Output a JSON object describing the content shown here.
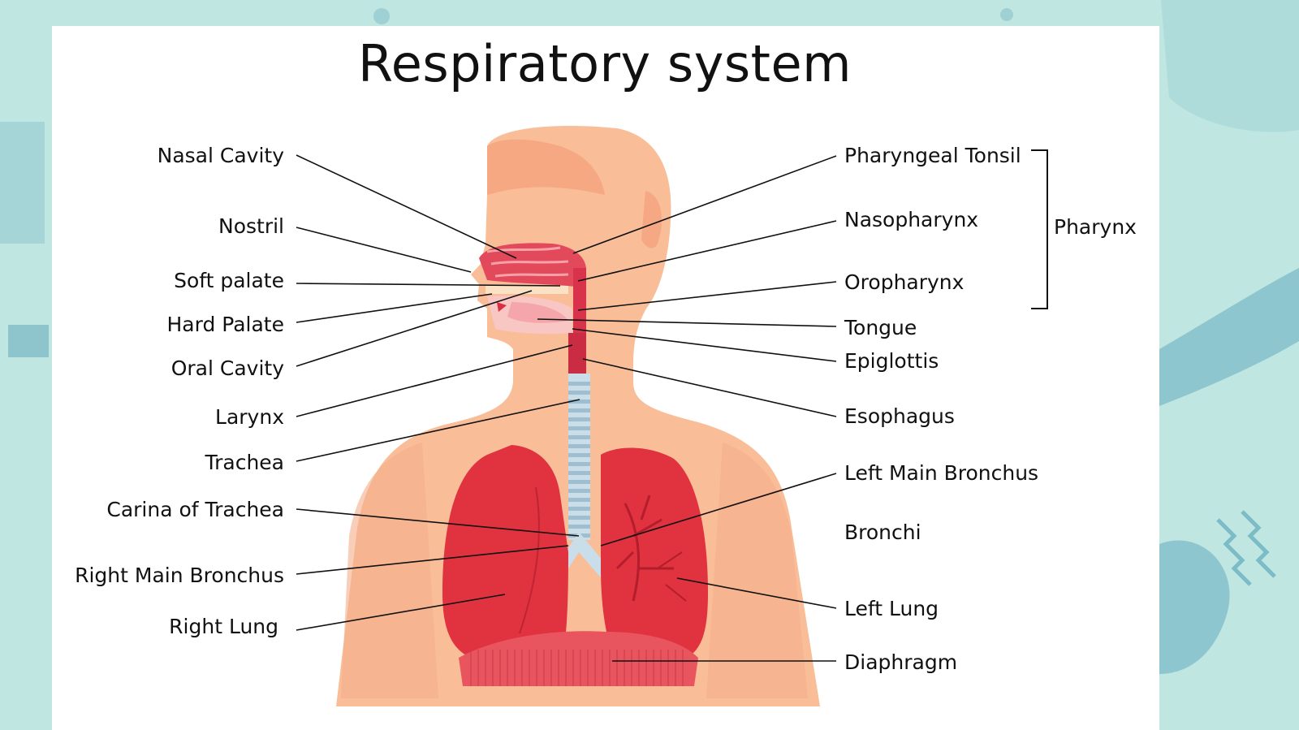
{
  "title": "Respiratory system",
  "colors": {
    "background": "#bfe6e0",
    "card": "#ffffff",
    "skin": "#f9bd98",
    "lung": "#e0323f",
    "trachea": "#c9dee8"
  },
  "labels_left": [
    {
      "id": "nasal-cavity",
      "text": "Nasal Cavity"
    },
    {
      "id": "nostril",
      "text": "Nostril"
    },
    {
      "id": "soft-palate",
      "text": "Soft palate"
    },
    {
      "id": "hard-palate",
      "text": "Hard Palate"
    },
    {
      "id": "oral-cavity",
      "text": "Oral Cavity"
    },
    {
      "id": "larynx",
      "text": "Larynx"
    },
    {
      "id": "trachea",
      "text": "Trachea"
    },
    {
      "id": "carina",
      "text": "Carina of Trachea"
    },
    {
      "id": "right-main-bronchus",
      "text": "Right Main Bronchus"
    },
    {
      "id": "right-lung",
      "text": "Right Lung"
    }
  ],
  "labels_right": [
    {
      "id": "pharyngeal-tonsil",
      "text": "Pharyngeal Tonsil"
    },
    {
      "id": "nasopharynx",
      "text": "Nasopharynx"
    },
    {
      "id": "oropharynx",
      "text": "Oropharynx"
    },
    {
      "id": "tongue",
      "text": "Tongue"
    },
    {
      "id": "epiglottis",
      "text": "Epiglottis"
    },
    {
      "id": "esophagus",
      "text": "Esophagus"
    },
    {
      "id": "left-main-bronchus",
      "text": "Left Main Bronchus"
    },
    {
      "id": "bronchi",
      "text": "Bronchi"
    },
    {
      "id": "left-lung",
      "text": "Left Lung"
    },
    {
      "id": "diaphragm",
      "text": "Diaphragm"
    }
  ],
  "group_label": "Pharynx"
}
